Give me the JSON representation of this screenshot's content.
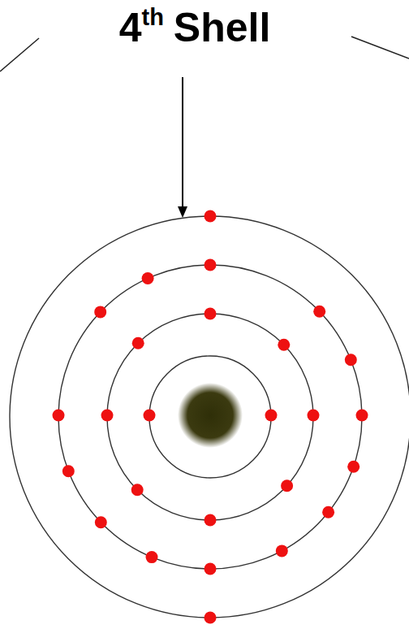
{
  "diagram": {
    "labels": [
      "4",
      "th",
      "Shell"
    ]
  }
}
